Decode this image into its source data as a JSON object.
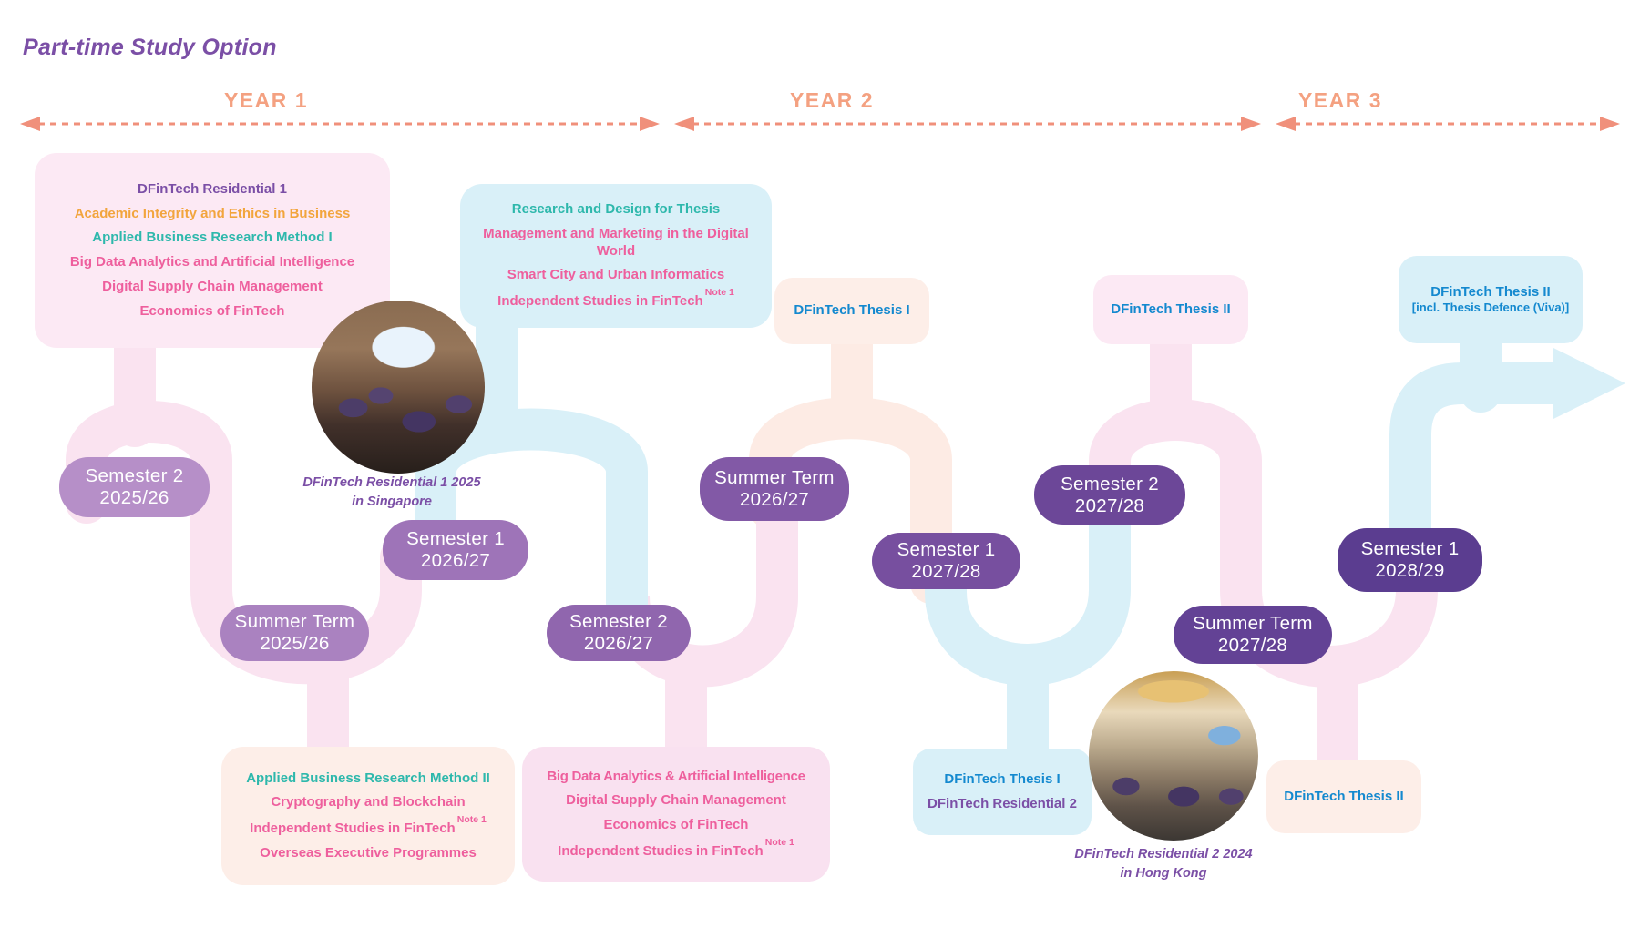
{
  "page": {
    "title": "Part-time Study Option"
  },
  "timeline": {
    "years": [
      "YEAR 1",
      "YEAR 2",
      "YEAR 3"
    ]
  },
  "palette": {
    "title_purple": "#7b4fa6",
    "year_orange": "#f4a181",
    "dash_salmon": "#f0907b",
    "text_purple": "#7b4fa6",
    "text_orange": "#f2a53d",
    "text_teal": "#2eb8ac",
    "text_pink": "#ee5f9d",
    "text_blue": "#1489cf",
    "pipe_pink": "#fae3f0",
    "pipe_cyan": "#d9f0f8",
    "pipe_peach": "#fdebe4",
    "box_pink": "#fce9f4",
    "box_pink2": "#f9e1f0",
    "box_cyan": "#d9f0f8",
    "box_peach": "#fdeee8",
    "pill_purples": [
      "#b68fc8",
      "#aa82c0",
      "#9e74b8",
      "#9066ae",
      "#8259a6",
      "#774f9f",
      "#6c4798",
      "#634295",
      "#5b3d90"
    ]
  },
  "boxes": {
    "residential1_block": {
      "lines": [
        {
          "text": "DFinTech Residential 1",
          "color": "purple"
        },
        {
          "text": "Academic Integrity and Ethics in Business",
          "color": "orange"
        },
        {
          "text": "Applied Business Research Method I",
          "color": "teal"
        },
        {
          "text": "Big Data Analytics and Artificial Intelligence",
          "color": "pink"
        },
        {
          "text": "Digital Supply Chain Management",
          "color": "pink"
        },
        {
          "text": "Economics of FinTech",
          "color": "pink"
        }
      ]
    },
    "thesis_prep_block": {
      "lines": [
        {
          "text": "Research and Design for Thesis",
          "color": "teal"
        },
        {
          "text": "Management and Marketing in the Digital World",
          "color": "pink"
        },
        {
          "text": "Smart City and Urban Informatics",
          "color": "pink"
        },
        {
          "text": "Independent Studies in FinTech",
          "sup": "Note 1",
          "color": "pink"
        }
      ]
    },
    "thesis1_top_block": {
      "lines": [
        {
          "text": "DFinTech Thesis I",
          "color": "blue"
        }
      ]
    },
    "summer1_block": {
      "lines": [
        {
          "text": "Applied Business Research Method II",
          "color": "teal"
        },
        {
          "text": "Cryptography and Blockchain",
          "color": "pink"
        },
        {
          "text": "Independent Studies in FinTech",
          "sup": "Note 1",
          "color": "pink"
        },
        {
          "text": "Overseas Executive Programmes",
          "color": "pink"
        }
      ]
    },
    "year2_sem2_block": {
      "lines": [
        {
          "text": "Big Data Analytics & Artificial Intelligence",
          "color": "pink"
        },
        {
          "text": "Digital Supply Chain Management",
          "color": "pink"
        },
        {
          "text": "Economics of FinTech",
          "color": "pink"
        },
        {
          "text": "Independent Studies in FinTech",
          "sup": "Note 1",
          "color": "pink"
        }
      ]
    },
    "thesis1_residential2_block": {
      "lines": [
        {
          "text": "DFinTech Thesis I",
          "color": "blue"
        },
        {
          "text": "DFinTech Residential 2",
          "color": "purple"
        }
      ]
    },
    "thesis2_top_block": {
      "lines": [
        {
          "text": "DFinTech Thesis II",
          "color": "blue"
        }
      ]
    },
    "thesis2_bottom_block": {
      "lines": [
        {
          "text": "DFinTech Thesis II",
          "color": "blue"
        }
      ]
    },
    "thesis2_viva_block": {
      "lines": [
        {
          "text": "DFinTech Thesis II",
          "color": "blue"
        },
        {
          "text": "[incl. Thesis Defence (Viva)]",
          "color": "blue"
        }
      ]
    }
  },
  "pills": [
    {
      "term": "Semester 2",
      "year": "2025/26"
    },
    {
      "term": "Summer Term",
      "year": "2025/26"
    },
    {
      "term": "Semester 1",
      "year": "2026/27"
    },
    {
      "term": "Semester 2",
      "year": "2026/27"
    },
    {
      "term": "Summer Term",
      "year": "2026/27"
    },
    {
      "term": "Semester 1",
      "year": "2027/28"
    },
    {
      "term": "Semester 2",
      "year": "2027/28"
    },
    {
      "term": "Summer Term",
      "year": "2027/28"
    },
    {
      "term": "Semester 1",
      "year": "2028/29"
    }
  ],
  "photos": [
    {
      "caption": "DFinTech Residential 1 2025",
      "location": "in Singapore"
    },
    {
      "caption": "DFinTech Residential 2 2024",
      "location": "in Hong Kong"
    }
  ]
}
